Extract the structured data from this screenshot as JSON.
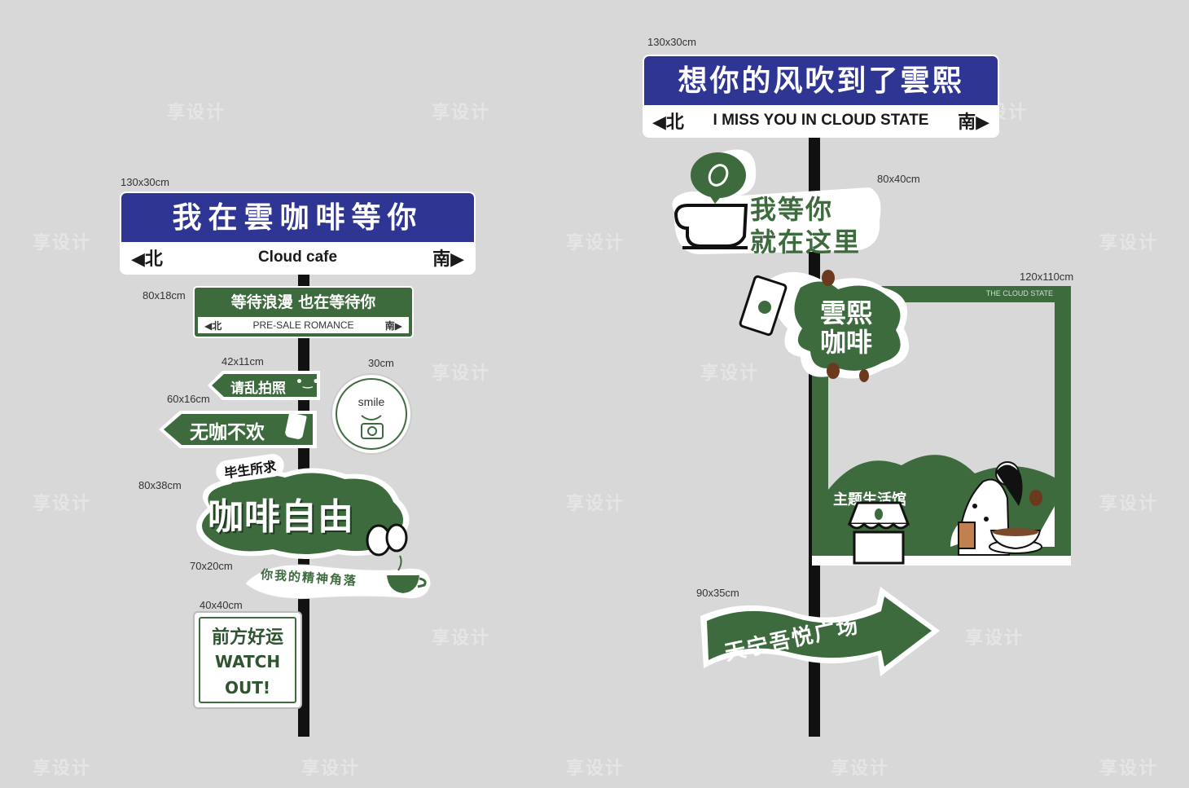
{
  "left": {
    "main_sign": {
      "dim": "130x30cm",
      "title": "我在雲咖啡等你",
      "north": "◀北",
      "center": "Cloud cafe",
      "south": "南▶"
    },
    "romance_sign": {
      "dim": "80x18cm",
      "title": "等待浪漫 也在等待你",
      "north": "◀北",
      "center": "PRE-SALE ROMANCE",
      "south": "南▶"
    },
    "photo_sign": {
      "dim": "42x11cm",
      "text": "请乱拍照"
    },
    "circle_sign": {
      "dim": "30cm",
      "text": "smile"
    },
    "coffee_sign": {
      "dim": "60x16cm",
      "text": "无咖不欢"
    },
    "freedom_sign": {
      "dim": "80x38cm",
      "tag": "毕生所求",
      "text": "咖啡自由"
    },
    "corner_sign": {
      "dim": "70x20cm",
      "text": "你我的精神角落"
    },
    "luck_sign": {
      "dim": "40x40cm",
      "line1": "前方好运",
      "line2": "WATCH",
      "line3": "OUT!"
    }
  },
  "right": {
    "main_sign": {
      "dim": "130x30cm",
      "title": "想你的风吹到了雲熙",
      "north": "◀北",
      "center": "I MISS YOU IN CLOUD STATE",
      "south": "南▶"
    },
    "wait_sign": {
      "dim": "80x40cm",
      "line1": "我等你",
      "line2": "就在这里"
    },
    "frame": {
      "dim": "120x110cm",
      "brand": "THE CLOUD STATE",
      "splash": "雲熙\n咖啡",
      "hall": "主题生活馆"
    },
    "arrow_sign": {
      "dim": "90x35cm",
      "text": "天宁吾悦广场"
    }
  },
  "watermark": "享设计",
  "colors": {
    "blue": "#2e3592",
    "green": "#3d6b3e",
    "background": "#d8d8d8"
  }
}
